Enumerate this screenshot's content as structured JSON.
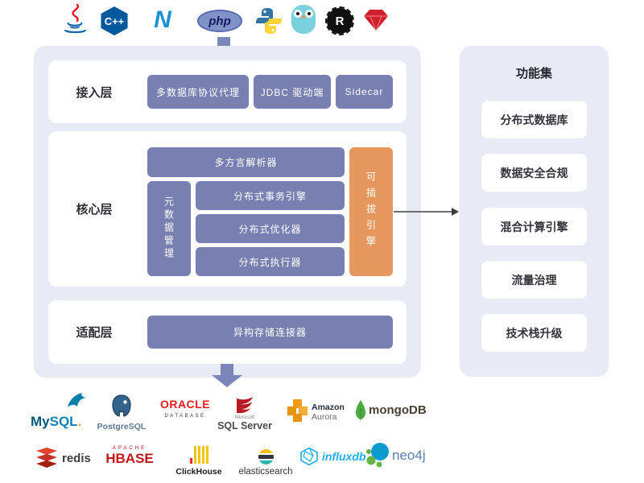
{
  "top_bar": {
    "languages": [
      "Java",
      "C++",
      ".NET",
      "PHP",
      "Python",
      "Go",
      "Rust",
      "Ruby"
    ],
    "cpp_label": "C++",
    "dotnet_label": "N",
    "php_label": "php",
    "rust_label": "R"
  },
  "architecture": {
    "access_layer": {
      "label": "接入层",
      "boxes": [
        "多数据库协议代理",
        "JDBC 驱动端",
        "Sidecar"
      ]
    },
    "core_layer": {
      "label": "核心层",
      "parser": "多方言解析器",
      "metadata": "元数据管理",
      "engines": [
        "分布式事务引擎",
        "分布式优化器",
        "分布式执行器"
      ],
      "pluggable": "可插拔引擎"
    },
    "adapter_layer": {
      "label": "适配层",
      "connector": "异构存储连接器"
    }
  },
  "feature_panel": {
    "title": "功能集",
    "items": [
      "分布式数据库",
      "数据安全合规",
      "混合计算引擎",
      "流量治理",
      "技术栈升级"
    ]
  },
  "databases": {
    "mysql": {
      "text_my": "My",
      "text_sql": "SQL",
      "dot": "."
    },
    "postgresql": {
      "text": "PostgreSQL"
    },
    "oracle": {
      "line1": "ORACLE",
      "line2": "DATABASE"
    },
    "sqlserver": {
      "small": "Microsoft",
      "text": "SQL Server"
    },
    "aurora": {
      "line1": "Amazon",
      "line2": "Aurora"
    },
    "mongodb": {
      "text": "mongoDB"
    },
    "redis": {
      "text": "redis"
    },
    "hbase": {
      "small": "APACHE",
      "text": "HBASE"
    },
    "clickhouse": {
      "text": "ClickHouse"
    },
    "elasticsearch": {
      "text": "elasticsearch"
    },
    "influxdb": {
      "text": "influxdb"
    },
    "neo4j": {
      "text": "neo4j"
    }
  },
  "colors": {
    "panel_bg": "#e8ebf6",
    "box_purple": "#7780b1",
    "box_orange": "#e6975e",
    "arrow_purple": "#7d86bb",
    "oracle_red": "#ea1b22",
    "influx_blue": "#22adf6"
  }
}
